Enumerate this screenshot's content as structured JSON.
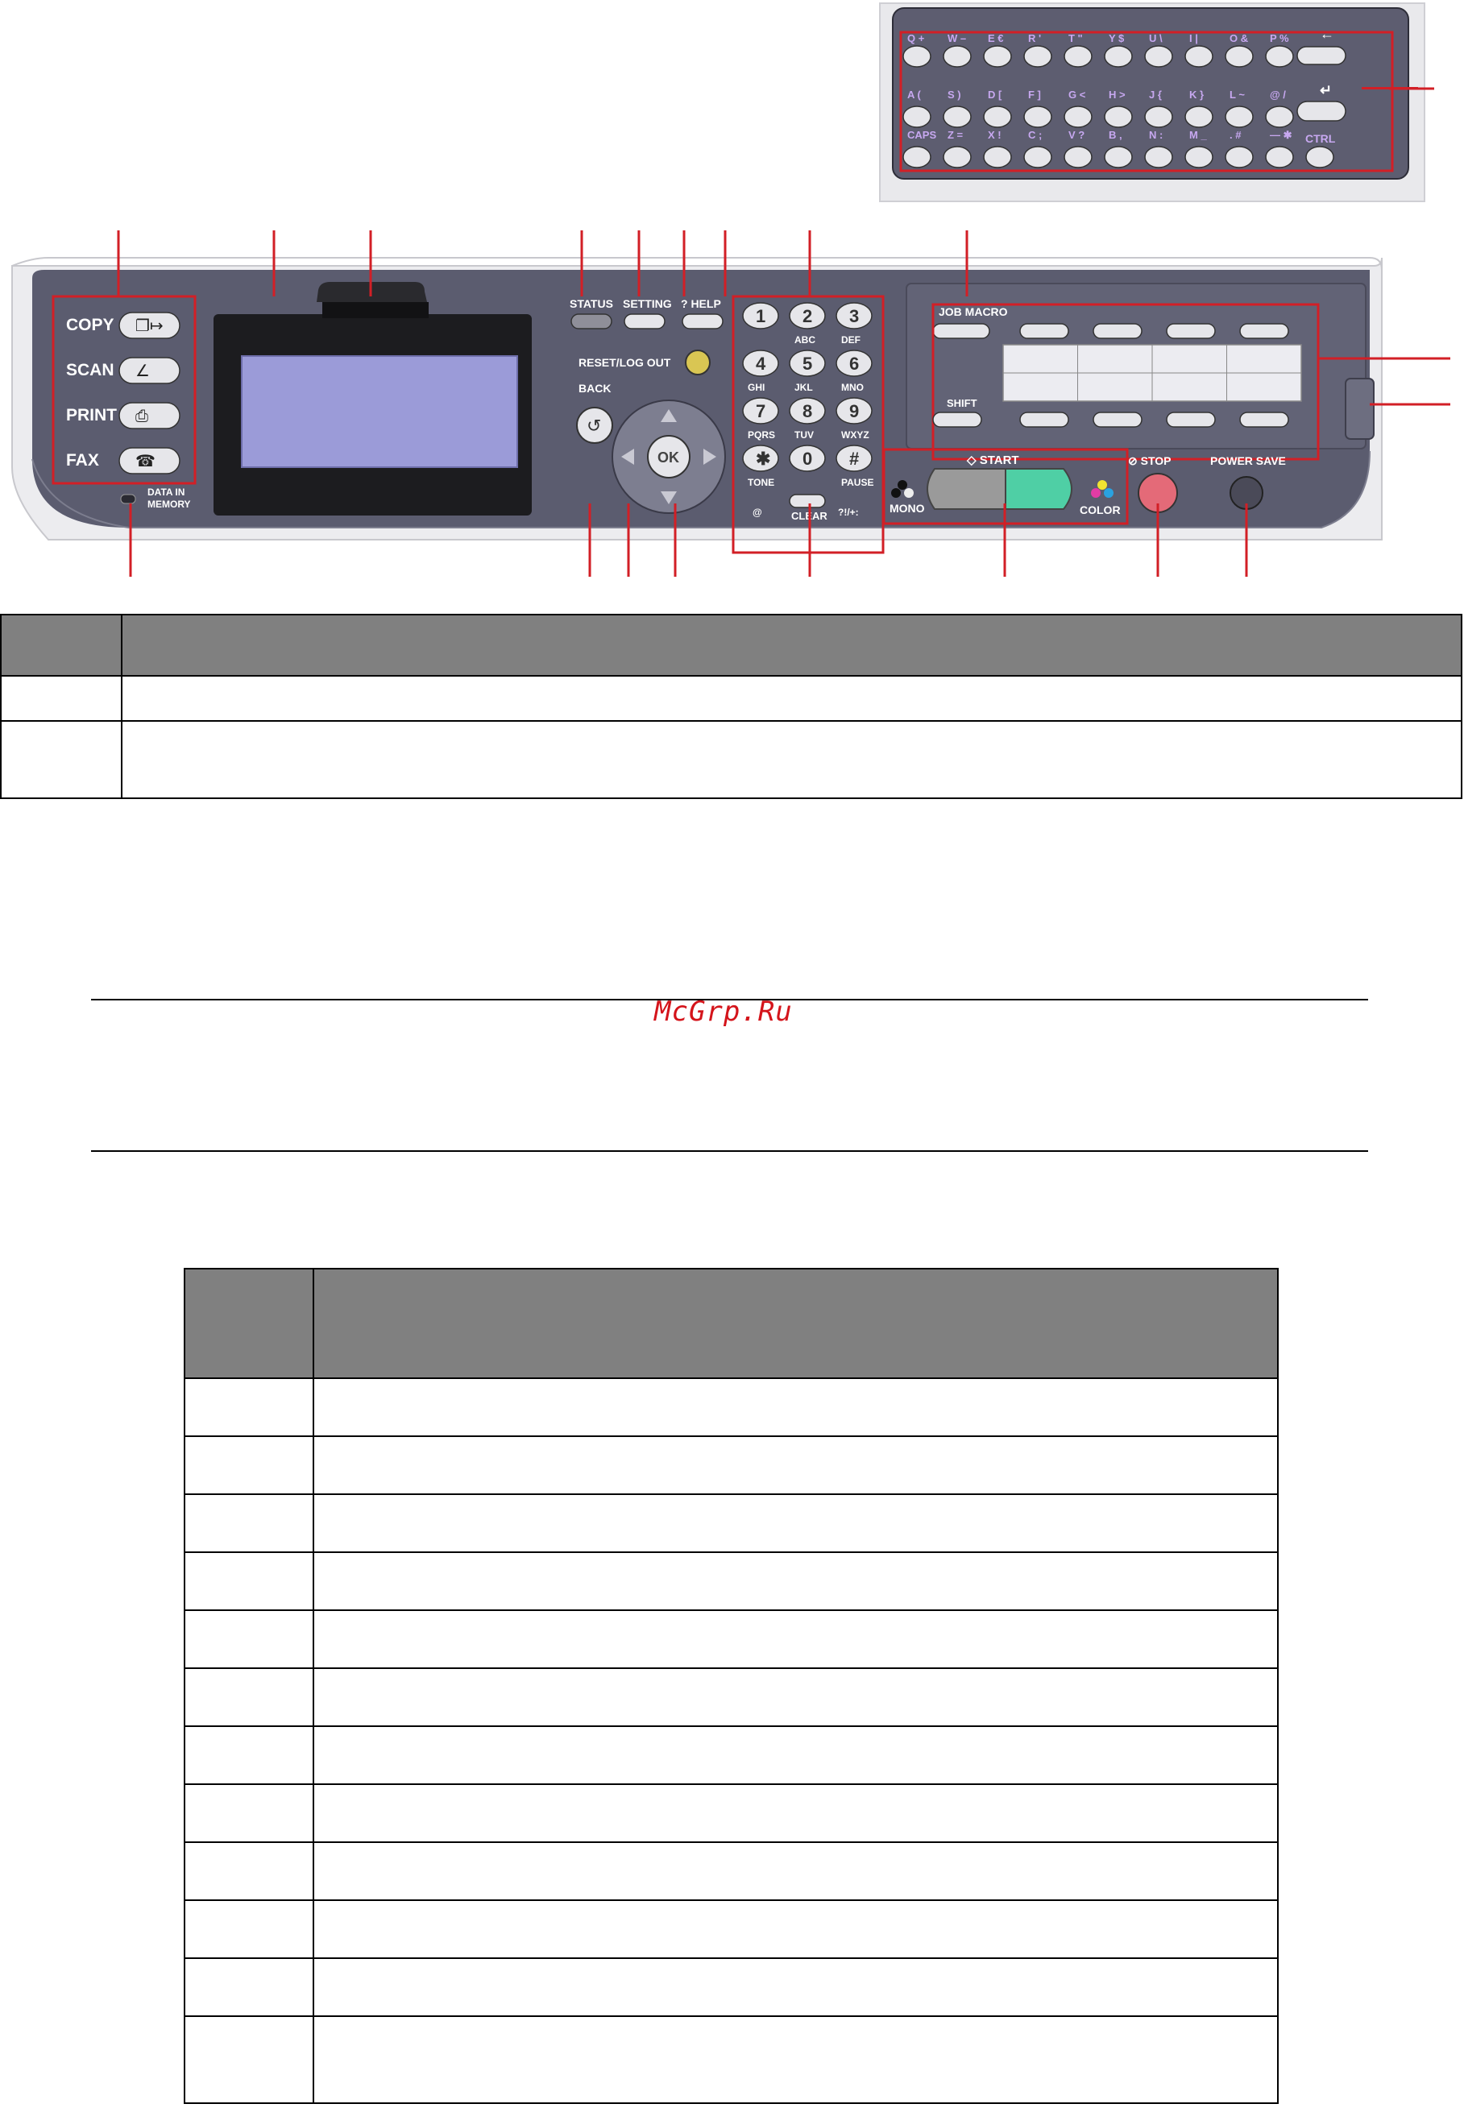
{
  "colors": {
    "panel": "#5c5d70",
    "panel_light": "#e8e8ec",
    "lcd": "#9b9bd6",
    "keycap": "#e6e6ea",
    "callout": "#d21f26",
    "label": "#ffffff",
    "kb_label": "#c7a8f0",
    "start_mono": "#9a9a9a",
    "start_color": "#4fcfa5",
    "stop": "#e46a78",
    "header_gray": "#808080"
  },
  "keyboard": {
    "rows": [
      [
        "Q  +",
        "W  –",
        "E  €",
        "R  '",
        "T  \"",
        "Y  $",
        "U  \\",
        "I  |",
        "O  &",
        "P  %"
      ],
      [
        "A  (",
        "S  )",
        "D  [",
        "F  ]",
        "G  <",
        "H  >",
        "J  {",
        "K  }",
        "L  ~",
        "@  /"
      ],
      [
        "CAPS",
        "Z  =",
        "X  !",
        "C  ;",
        "V  ?",
        "B  ,",
        "N  :",
        "M  _",
        ".  #",
        "—  ✱"
      ]
    ],
    "backspace_icon": "arrow-left-icon",
    "enter_icon": "enter-icon",
    "ctrl_label": "CTRL"
  },
  "panel": {
    "modes": [
      "COPY",
      "SCAN",
      "PRINT",
      "FAX"
    ],
    "data_in_memory": [
      "DATA IN",
      "MEMORY"
    ],
    "status": "STATUS",
    "setting": "SETTING",
    "help": "? HELP",
    "reset": "RESET/LOG OUT",
    "back": "BACK",
    "ok": "OK",
    "keypad": [
      {
        "d": "1",
        "s": ""
      },
      {
        "d": "2",
        "s": "ABC"
      },
      {
        "d": "3",
        "s": "DEF"
      },
      {
        "d": "4",
        "s": "GHI"
      },
      {
        "d": "5",
        "s": "JKL"
      },
      {
        "d": "6",
        "s": "MNO"
      },
      {
        "d": "7",
        "s": "PQRS"
      },
      {
        "d": "8",
        "s": "TUV"
      },
      {
        "d": "9",
        "s": "WXYZ"
      },
      {
        "d": "✱",
        "s": "TONE"
      },
      {
        "d": "0",
        "s": ""
      },
      {
        "d": "#",
        "s": "PAUSE"
      }
    ],
    "tone_sub": "@",
    "pause_sub": "?!/+:",
    "clear": "CLEAR",
    "job_macro": "JOB MACRO",
    "shift": "SHIFT",
    "start": "START",
    "mono": "MONO",
    "color": "COLOR",
    "stop": "STOP",
    "power_save": "POWER SAVE"
  },
  "watermark": "McGrp.Ru"
}
